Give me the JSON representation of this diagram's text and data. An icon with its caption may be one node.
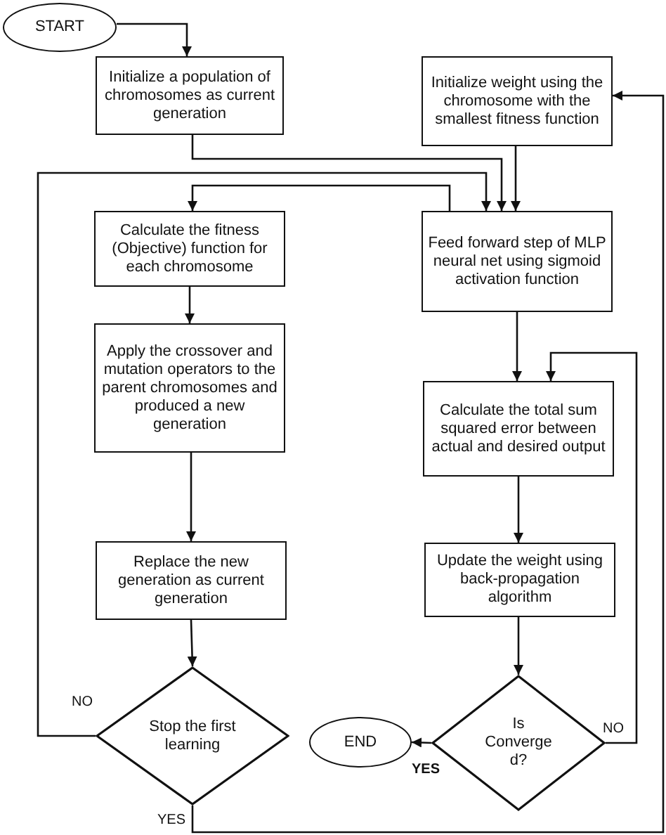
{
  "diagram": {
    "nodes": [
      {
        "text": [
          "START"
        ]
      },
      {
        "text": [
          "Initialize a population of chromosomes as current generation"
        ]
      },
      {
        "text": [
          "Initialize weight using the chromosome with the smallest fitness function"
        ]
      },
      {
        "text": [
          "Calculate the fitness (Objective) function for each chromosome"
        ]
      },
      {
        "text": [
          "Feed forward step of MLP neural net using sigmoid activation function"
        ]
      },
      {
        "text": [
          "Apply the crossover and mutation operators to the parent chromosomes and produced a new generation"
        ]
      },
      {
        "text": [
          "Calculate the total sum squared error between actual and desired output"
        ]
      },
      {
        "text": [
          "Replace the new generation as current generation"
        ]
      },
      {
        "text": [
          "Update the weight using back-propagation algorithm"
        ]
      },
      {
        "text": [
          "Stop the first learning"
        ]
      },
      {
        "text": [
          "END"
        ]
      },
      {
        "text": [
          "Is Converge d?"
        ]
      }
    ],
    "edges": [
      {
        "from": 0,
        "to": 1,
        "arrow": "to"
      },
      {
        "from": 1,
        "to": 4,
        "arrow": "to"
      },
      {
        "from": 2,
        "to": 4,
        "arrow": "to"
      },
      {
        "from": 9,
        "to": 4,
        "arrow": "to",
        "label": "NO"
      },
      {
        "from": 4,
        "to": 3,
        "arrow": "to"
      },
      {
        "from": 3,
        "to": 5,
        "arrow": "to"
      },
      {
        "from": 5,
        "to": 7,
        "arrow": "to"
      },
      {
        "from": 7,
        "to": 9,
        "arrow": "to"
      },
      {
        "from": 4,
        "to": 6,
        "arrow": "to"
      },
      {
        "from": 6,
        "to": 8,
        "arrow": "to"
      },
      {
        "from": 8,
        "to": 11,
        "arrow": "to"
      },
      {
        "from": 11,
        "to": 10,
        "arrow": "to",
        "label": "YES"
      },
      {
        "from": 11,
        "to": 6,
        "arrow": "to",
        "label": "NO"
      },
      {
        "from": 9,
        "to": 2,
        "arrow": "to",
        "label": "YES"
      }
    ]
  }
}
